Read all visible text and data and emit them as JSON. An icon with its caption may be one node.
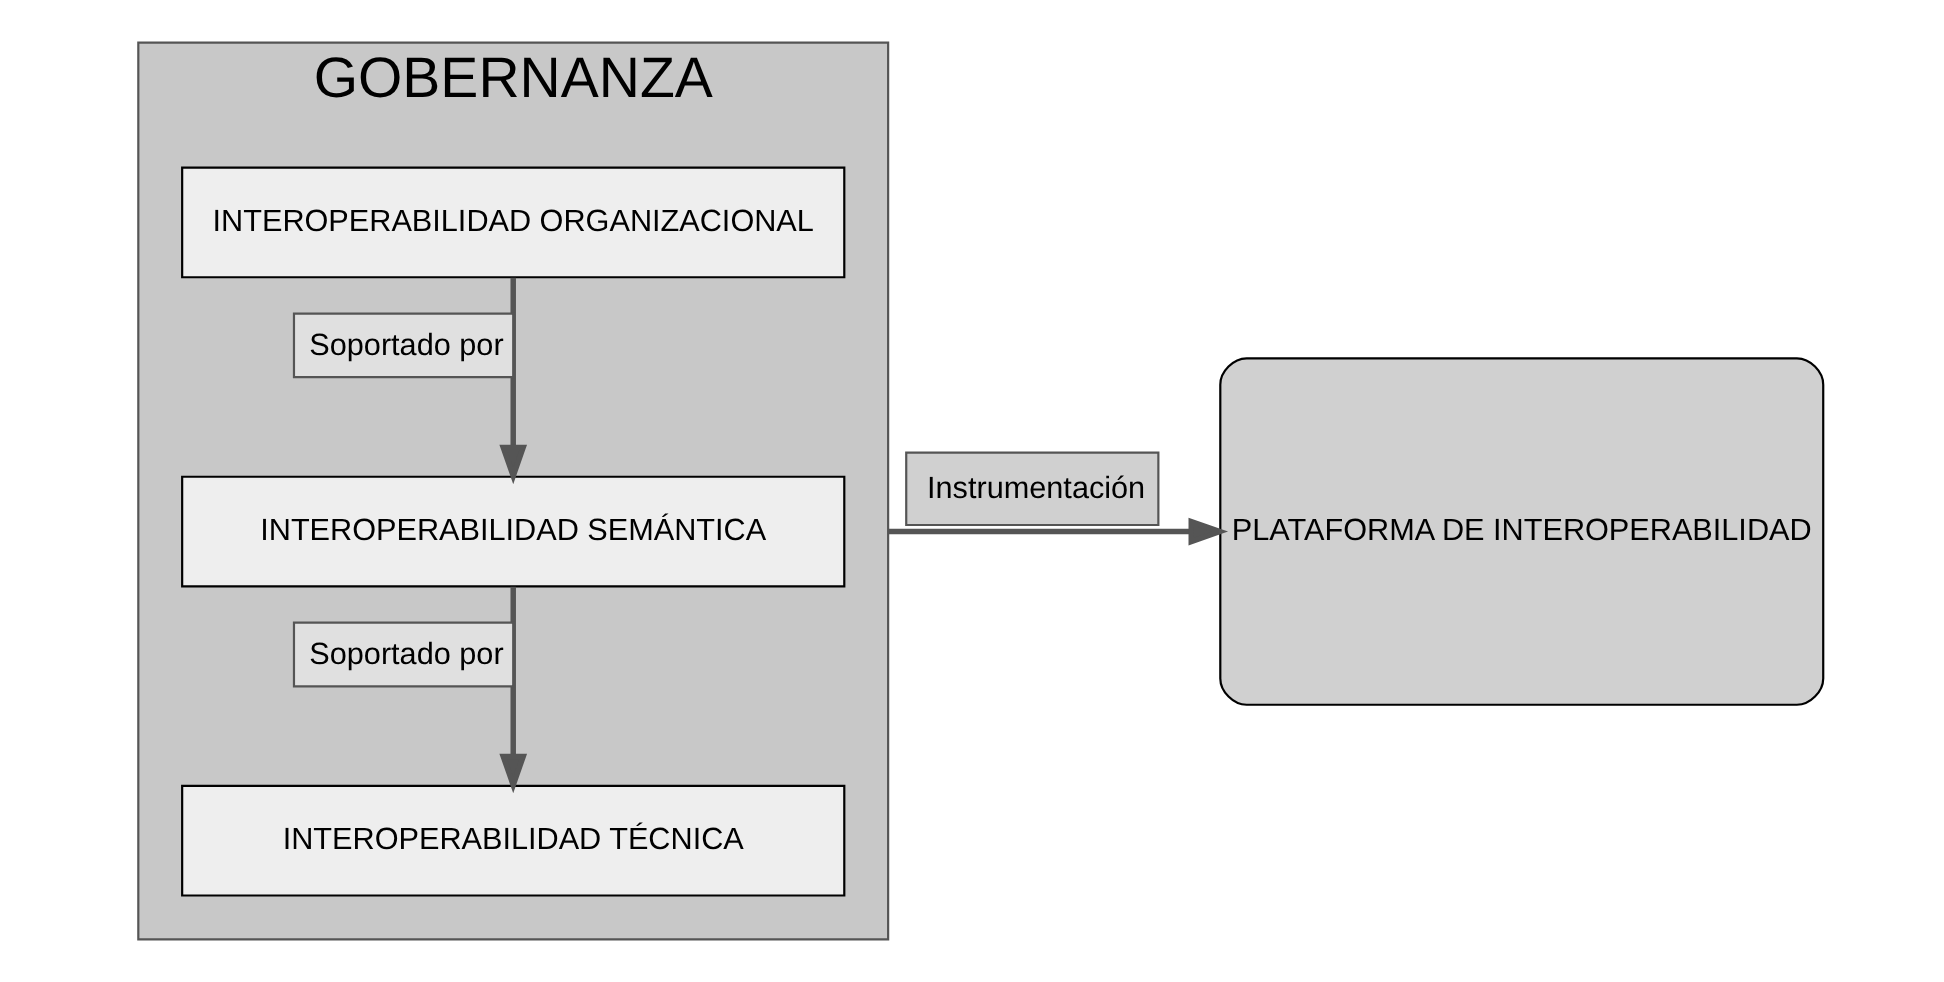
{
  "diagram": {
    "nodes": [
      {
        "text": [
          "GOBERNANZA"
        ]
      },
      {
        "text": [
          "INTEROPERABILIDAD ORGANIZACIONAL"
        ],
        "in": 0
      },
      {
        "text": [
          "INTEROPERABILIDAD SEMÁNTICA"
        ],
        "in": 0
      },
      {
        "text": [
          "INTEROPERABILIDAD TÉCNICA"
        ],
        "in": 0
      },
      {
        "text": [
          "PLATAFORMA DE INTEROPERABILIDAD"
        ]
      }
    ],
    "edges": [
      {
        "from": 1,
        "to": 2,
        "arrow": "to",
        "label": "Soportado por"
      },
      {
        "from": 2,
        "to": 3,
        "arrow": "to",
        "label": "Soportado por"
      },
      {
        "from": 0,
        "to": 4,
        "arrow": "to",
        "label": "Instrumentación"
      }
    ]
  }
}
